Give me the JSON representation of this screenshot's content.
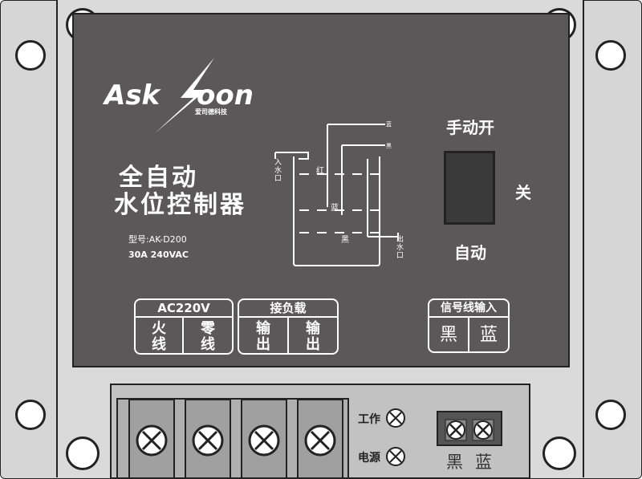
{
  "brand": {
    "logo_text": "Ask oon",
    "tagline": "爱司德科技"
  },
  "product": {
    "title_line1": "全自动",
    "title_line2": "水位控制器",
    "model": "型号:AK-D200",
    "rating": "30A 240VAC"
  },
  "diagram": {
    "inlet": "入水口",
    "outlet": "出水口",
    "probe_red": "红",
    "probe_blue": "蓝",
    "probe_black": "黑",
    "tag_blue": "蓝",
    "tag_black": "黑"
  },
  "switch": {
    "manual_on": "手动开",
    "off": "关",
    "auto": "自动"
  },
  "labels": {
    "ac": {
      "head": "AC220V",
      "live": "火线",
      "neutral": "零线"
    },
    "load": {
      "head": "接负载",
      "out1": "输出",
      "out2": "输出"
    },
    "signal": {
      "head": "信号线输入",
      "black": "黑",
      "blue": "蓝"
    }
  },
  "indicators": {
    "work": "工作",
    "power": "电源"
  },
  "bottom_terminal": {
    "black": "黑",
    "blue": "蓝"
  }
}
